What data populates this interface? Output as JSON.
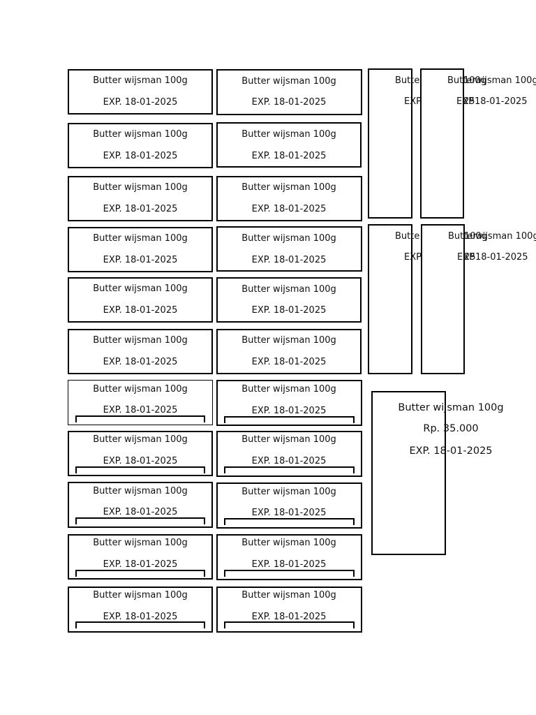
{
  "labels": [
    {
      "product": "Butter wijsman 100g",
      "expiry": "EXP. 18-01-2025"
    },
    {
      "product": "Butter wijsman 100g",
      "expiry": "EXP. 18-01-2025"
    },
    {
      "product": "Butter wijsman 100g",
      "expiry": "EXP. 18-01-2025"
    },
    {
      "product": "Butter wijsman 100g",
      "expiry": "EXP. 18-01-2025"
    },
    {
      "product": "Butter wijsman 100g",
      "expiry": "EXP. 18-01-2025"
    },
    {
      "product": "Butter wijsman 100g",
      "expiry": "EXP. 18-01-2025"
    },
    {
      "product": "Butter wijsman 100g",
      "expiry": "EXP. 18-01-2025"
    },
    {
      "product": "Butter wijsman 100g",
      "expiry": "EXP. 18-01-2025"
    },
    {
      "product": "Butter wijsman 100g",
      "expiry": "EXP. 18-01-2025"
    },
    {
      "product": "Butter wijsman 100g",
      "expiry": "EXP. 18-01-2025"
    },
    {
      "product": "Butter wijsman 100g",
      "expiry": "EXP. 18-01-2025"
    },
    {
      "product": "Butter wijsman 100g",
      "expiry": "EXP. 18-01-2025"
    },
    {
      "product": "Butter wijsman 100g",
      "expiry": "EXP. 18-01-2025"
    },
    {
      "product": "Butter wijsman 100g",
      "expiry": "EXP. 18-01-2025"
    },
    {
      "product": "Butter wijsman 100g",
      "expiry": "EXP. 18-01-2025"
    },
    {
      "product": "Butter wijsman 100g",
      "expiry": "EXP. 18-01-2025"
    },
    {
      "product": "Butter wijsman 100g",
      "expiry": "EXP. 18-01-2025"
    },
    {
      "product": "Butter wijsman 100g",
      "expiry": "EXP. 18-01-2025"
    },
    {
      "product": "Butter wijsman 100g",
      "expiry": "EXP. 18-01-2025"
    },
    {
      "product": "Butter wijsman 100g",
      "expiry": "EXP. 18-01-2025"
    },
    {
      "product": "Butter wijsman 100g",
      "expiry": "EXP. 18-01-2025"
    },
    {
      "product": "Butter wijsman 100g",
      "expiry": "EXP. 18-01-2025"
    }
  ],
  "narrow_labels": {
    "col1_top_product": "Butte",
    "col1_top_expiry": "EXP",
    "col1_bottom_product": "Butte",
    "col1_bottom_expiry": "EXP",
    "col2_top_a": "Butter",
    "col2_top_b": "100g",
    "col2_top_c": "wijsman 100g",
    "col2_top_d": "EXP",
    "col2_top_e": "25",
    "col2_top_f": " 18-01-2025",
    "col2_bottom_a": "Butter",
    "col2_bottom_b": "100g",
    "col2_bottom_c": "wijsman 100g",
    "col2_bottom_d": "EXP",
    "col2_bottom_e": "25",
    "col2_bottom_f": " 18-01-2025"
  },
  "big_label": {
    "product": "Butter wijsman 100g",
    "price": "Rp. 35.000",
    "expiry": "EXP. 18-01-2025"
  }
}
